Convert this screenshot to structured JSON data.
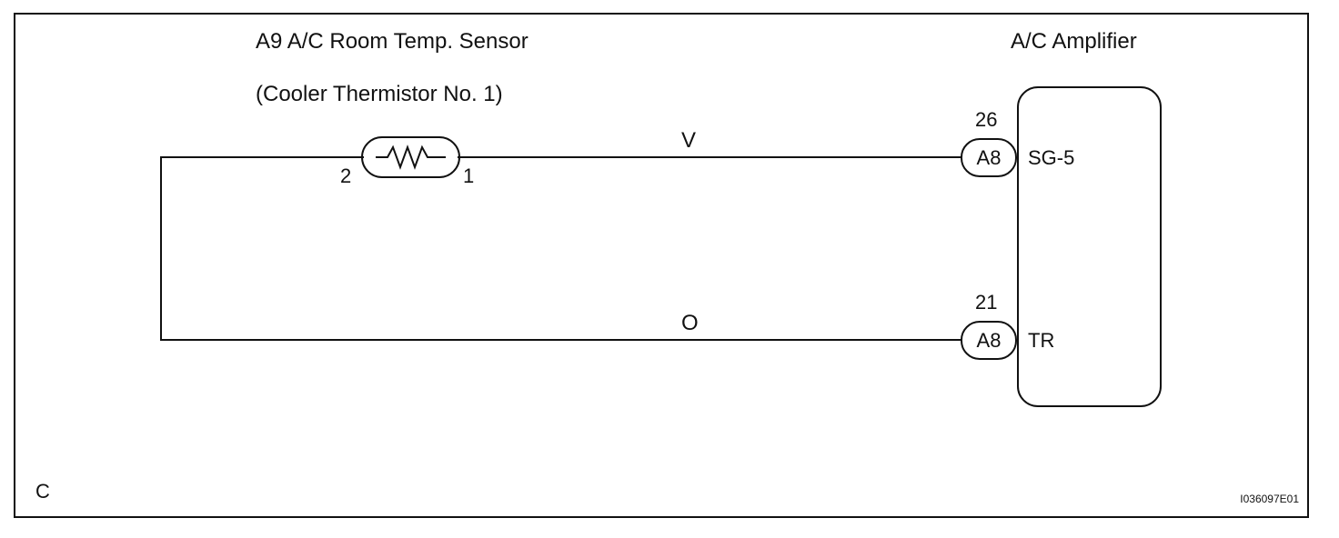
{
  "sensor": {
    "title": "A9 A/C Room Temp. Sensor",
    "subtitle": "(Cooler Thermistor No. 1)",
    "pin_left": "2",
    "pin_right": "1"
  },
  "amplifier": {
    "title": "A/C Amplifier",
    "terminals": [
      {
        "pin_number": "26",
        "connector": "A8",
        "terminal": "SG-5",
        "wire_color": "V"
      },
      {
        "pin_number": "21",
        "connector": "A8",
        "terminal": "TR",
        "wire_color": "O"
      }
    ]
  },
  "corner_label": "C",
  "figure_id": "I036097E01",
  "colors": {
    "line": "#111111",
    "background": "#ffffff"
  }
}
